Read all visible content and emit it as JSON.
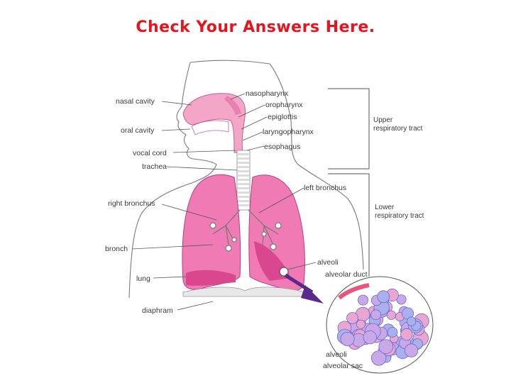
{
  "title": "Check Your Answers Here.",
  "labels": {
    "nasal_cavity": "nasal cavity",
    "oral_cavity": "oral cavity",
    "vocal_cord": "vocal cord",
    "trachea": "trachea",
    "right_bronchus": "right bronchus",
    "bronch": "bronch",
    "lung": "lung",
    "diaphram": "diaphram",
    "nasopharynx": "nasopharynx",
    "oropharynx": "oropharynx",
    "epiglottis": "epiglottis",
    "laryngopharynx": "laryngopharynx",
    "esophagus": "esophagus",
    "left_bronchus": "left bronchus",
    "alveoli": "alveoli",
    "alveolar_duct": "alveolar duct",
    "alveoli_inset": "alveoli",
    "alveolar_sac": "alveolar sac"
  },
  "brackets": {
    "upper_line1": "Upper",
    "upper_line2": "respiratory tract",
    "lower_line1": "Lower",
    "lower_line2": "respiratory tract"
  },
  "colors": {
    "title": "#e8141c",
    "lung_pink": "#f07ab4",
    "lung_dark": "#d9488e",
    "airway_pink": "#f4a6c8",
    "arrow_purple": "#5a2a8a",
    "alveoli_blue": "#8a8ae0"
  }
}
